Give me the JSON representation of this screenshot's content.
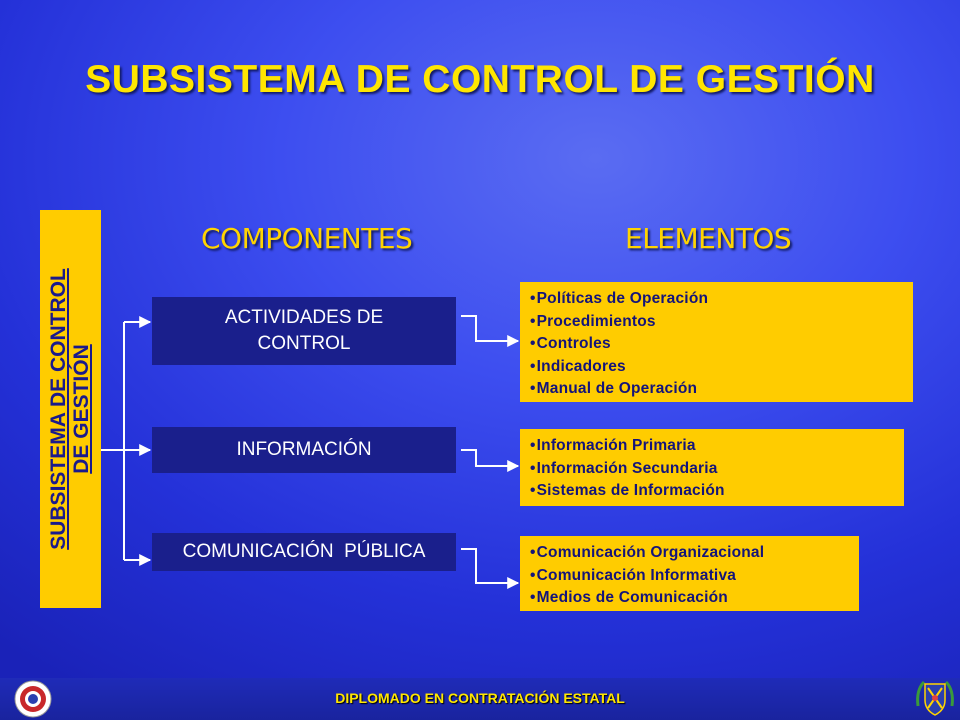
{
  "title": "SUBSISTEMA DE CONTROL DE GESTIÓN",
  "vertical_label": [
    "SUBSISTEMA DE CONTROL",
    "DE GESTIÓN"
  ],
  "headers": {
    "components": "COMPONENTES",
    "elements": "ELEMENTOS"
  },
  "components": [
    {
      "label_lines": [
        "ACTIVIDADES DE",
        "CONTROL"
      ]
    },
    {
      "label_lines": [
        "INFORMACIÓN"
      ]
    },
    {
      "label_lines": [
        "COMUNICACIÓN  PÚBLICA"
      ]
    }
  ],
  "elements": [
    [
      "Políticas de Operación",
      "Procedimientos",
      "Controles",
      "Indicadores",
      "Manual de Operación"
    ],
    [
      "Información Primaria",
      "Información Secundaria",
      "Sistemas de Información"
    ],
    [
      "Comunicación Organizacional",
      "Comunicación Informativa",
      "Medios de Comunicación"
    ]
  ],
  "footer": "DIPLOMADO EN CONTRATACIÓN ESTATAL",
  "colors": {
    "background": "#3d4ef0",
    "accent": "#ffcc00",
    "component_box": "#1a1f8c",
    "text_dark": "#14147a"
  },
  "icons": [
    "left-seal-icon",
    "right-shield-icon"
  ]
}
